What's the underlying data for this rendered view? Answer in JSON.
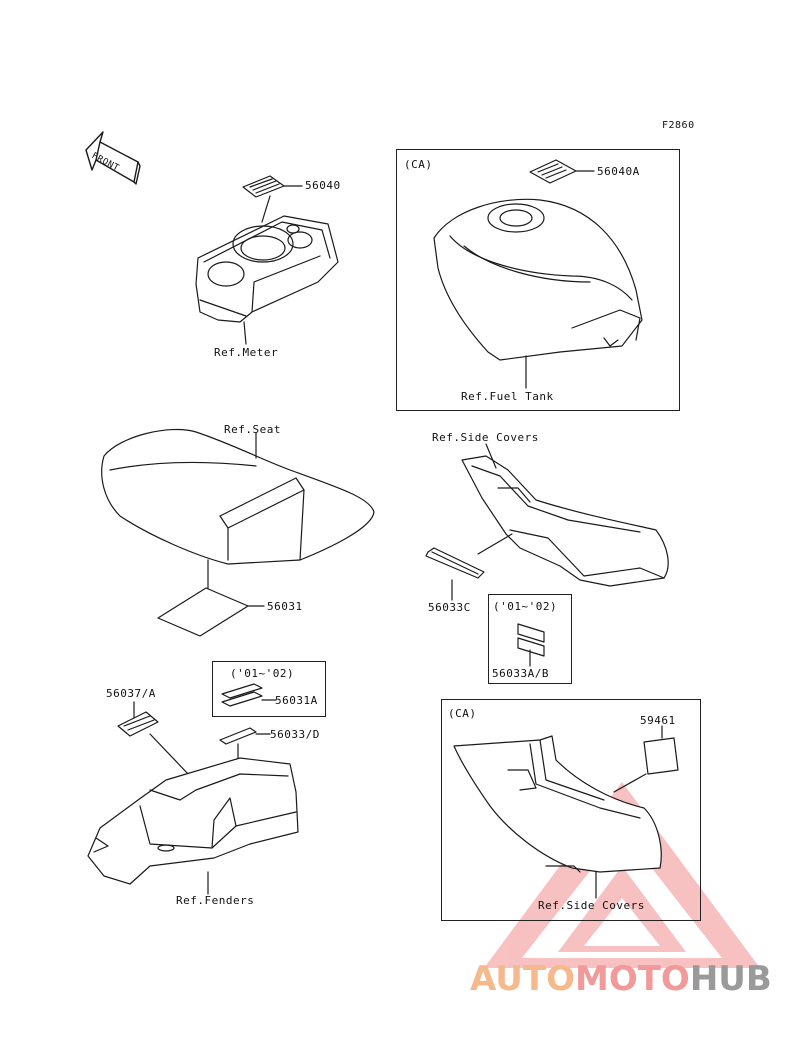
{
  "figure_code": "F2860",
  "front_label": "FRONT",
  "parts": {
    "meter_label_part": "56040",
    "meter_ref": "Ref.Meter",
    "tank_region": "(CA)",
    "tank_label_part": "56040A",
    "tank_ref": "Ref.Fuel Tank",
    "seat_ref": "Ref.Seat",
    "seat_label_part": "56031",
    "side_covers_ref": "Ref.Side Covers",
    "side_label_part": "56033C",
    "side_year": "('01~'02)",
    "side_year_part": "56033A/B",
    "fender_year": "('01~'02)",
    "fender_year_part": "56031A",
    "fender_label_a": "56037/A",
    "fender_label_d": "56033/D",
    "fenders_ref": "Ref.Fenders",
    "ca_cover_region": "(CA)",
    "ca_cover_part": "59461",
    "ca_cover_ref": "Ref.Side Covers"
  },
  "watermark": {
    "part1": "AUTO",
    "part2": "MOTO",
    "part3": "HUB",
    "color1": "#f6b98e",
    "color2": "#f29a9a",
    "color3": "#9a9a9a"
  }
}
